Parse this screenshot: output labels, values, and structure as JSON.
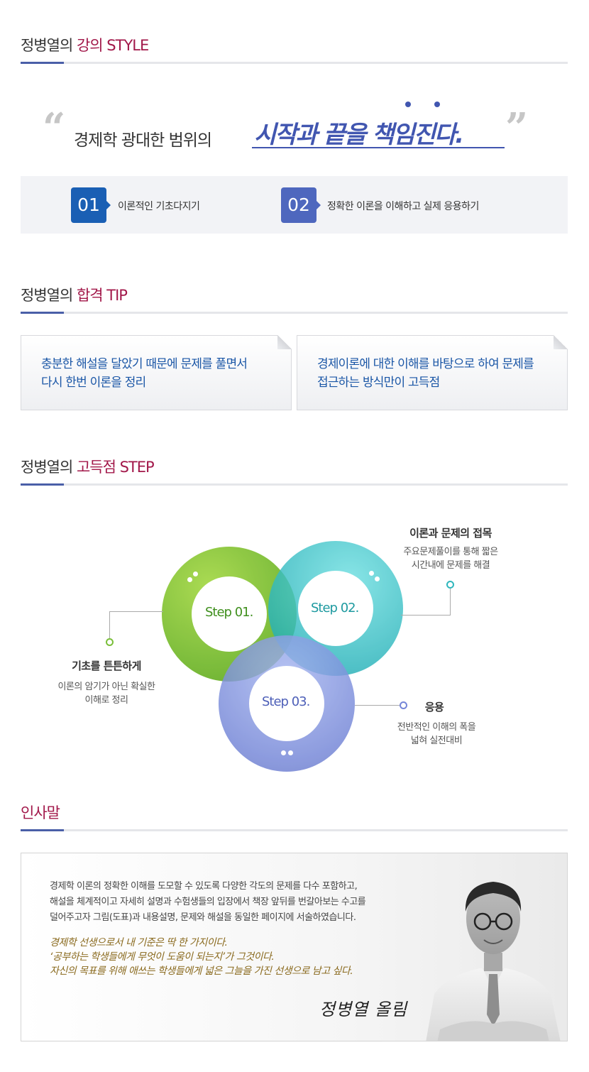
{
  "sections": {
    "style": {
      "prefix": "정병열의 ",
      "highlight": "강의 STYLE"
    },
    "tip": {
      "prefix": "정병열의 ",
      "highlight": "합격 TIP"
    },
    "step": {
      "prefix": "정병열의 ",
      "highlight": "고득점 STEP"
    },
    "greeting": {
      "highlight": "인사말"
    }
  },
  "quote": {
    "open_mark": "“",
    "plain": "경제학 광대한 범위의",
    "emphasis": "시작과 끝을 책임진다.",
    "close_mark": "”"
  },
  "style_items": [
    {
      "num": "01",
      "label": "이론적인 기초다지기"
    },
    {
      "num": "02",
      "label": "정확한 이론을 이해하고 실제 응용하기"
    }
  ],
  "tips": [
    {
      "line1": "충분한 해설을 달았기 때문에 문제를 풀면서",
      "line2": "다시 한번 이론을 정리"
    },
    {
      "line1": "경제이론에 대한 이해를 바탕으로 하여 문제를",
      "line2": "접근하는 방식만이 고득점"
    }
  ],
  "steps": [
    {
      "label": "Step 01.",
      "title": "기초를 튼튼하게",
      "desc1": "이론의 암기가 아닌 확실한",
      "desc2": "이해로 정리",
      "color": "#7cc234"
    },
    {
      "label": "Step 02.",
      "title": "이론과 문제의 접목",
      "desc1": "주요문제풀이를 통해 짧은",
      "desc2": "시간내에 문제를 해결",
      "color": "#2fb7bd"
    },
    {
      "label": "Step 03.",
      "title": "응용",
      "desc1": "전반적인 이해의 폭을",
      "desc2": "넓혀 실전대비",
      "color": "#7586d8"
    }
  ],
  "greeting": {
    "para": [
      "경제학 이론의 정확한 이해를 도모할 수 있도록 다양한 각도의 문제를 다수 포함하고,",
      "해설을 체계적이고 자세히 설명과 수험생들의 입장에서 책장 앞뒤를 번갈아보는 수고를",
      "덜어주고자 그림(도표)과 내용설명, 문제와 해설을 동일한 페이지에 서술하였습니다."
    ],
    "emphasis": [
      "경제학 선생으로서 내 기준은 딱 한 가지이다.",
      "‘공부하는 학생들에게 무엇이 도움이 되는지’가 그것이다.",
      "자신의 목표를 위해 애쓰는 학생들에게 넓은 그늘을 가진 선생으로 남고 싶다."
    ],
    "signature": "정병열 올림"
  }
}
